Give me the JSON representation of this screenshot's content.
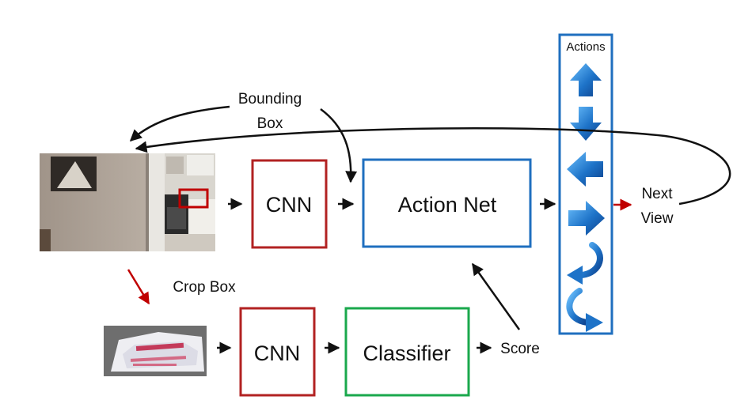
{
  "labels": {
    "bounding_box_line1": "Bounding",
    "bounding_box_line2": "Box",
    "crop_box": "Crop Box",
    "next_view_line1": "Next",
    "next_view_line2": "View",
    "score": "Score",
    "actions": "Actions"
  },
  "boxes": {
    "cnn_top": "CNN",
    "action_net": "Action Net",
    "cnn_bottom": "CNN",
    "classifier": "Classifier"
  },
  "actions": [
    {
      "icon": "arrow-up-icon"
    },
    {
      "icon": "arrow-down-icon"
    },
    {
      "icon": "arrow-left-icon"
    },
    {
      "icon": "arrow-right-icon"
    },
    {
      "icon": "rotate-clockwise-icon"
    },
    {
      "icon": "rotate-counterclockwise-icon"
    }
  ],
  "colors": {
    "cnn_border": "#b22222",
    "action_net_border": "#1f6fbf",
    "classifier_border": "#1aa84c",
    "actions_border": "#1f6fbf",
    "crop_arrow": "#c00000",
    "next_view_arrow": "#c00000",
    "icon_blue": "#1e73c8"
  }
}
